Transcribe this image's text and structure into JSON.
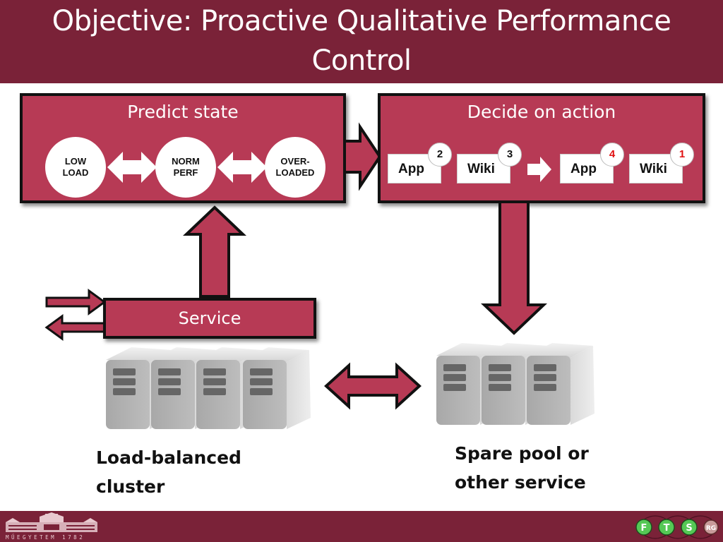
{
  "slide": {
    "title_line1": "Objective: Proactive Qualitative Performance",
    "title_line2": "Control"
  },
  "predict": {
    "title": "Predict state",
    "states": [
      {
        "line1": "LOW",
        "line2": "LOAD"
      },
      {
        "line1": "NORM",
        "line2": "PERF"
      },
      {
        "line1": "OVER-",
        "line2": "LOADED"
      }
    ]
  },
  "decide": {
    "title": "Decide on action",
    "before": [
      {
        "label": "App",
        "priority": "2"
      },
      {
        "label": "Wiki",
        "priority": "3"
      }
    ],
    "after": [
      {
        "label": "App",
        "priority": "4"
      },
      {
        "label": "Wiki",
        "priority": "1"
      }
    ]
  },
  "service": {
    "label": "Service"
  },
  "captions": {
    "cluster_line1": "Load-balanced",
    "cluster_line2": "cluster",
    "pool_line1": "Spare pool or",
    "pool_line2": "other service"
  },
  "footer": {
    "university_text": "MŰEGYETEM 1782",
    "logo_letters": [
      "F",
      "T",
      "S",
      "RG"
    ]
  },
  "colors": {
    "title_bar": "#7a2238",
    "panel": "#b73a55",
    "changed_priority": "#e01010"
  }
}
